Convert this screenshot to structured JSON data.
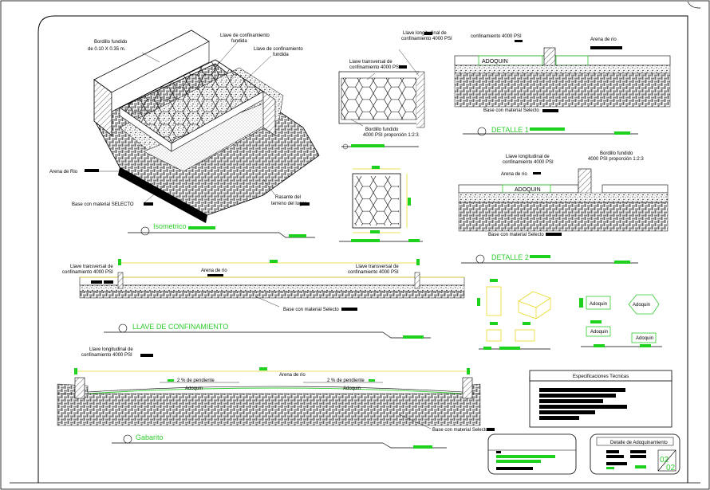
{
  "iso": {
    "bordillo": "Bordillo fundido",
    "bordillo_dim": "de 0.10 X 0.35 m.",
    "llave1": "Llave de confinamiento",
    "llave1b": "fundida",
    "llave2": "Llave de confinamiento",
    "llave2b": "fundida",
    "arena": "Arena de Rio",
    "base": "Base con material SELECTO",
    "rasante1": "Rasante del",
    "rasante2": "terreno del lugar",
    "title": "Isometrico"
  },
  "plan": {
    "llave_transv1": "Llave transversal de",
    "llave_transv2": "confinamiento 4000 PSI",
    "llave_long1": "Llave longitudinal de",
    "llave_long2": "confinamiento 4000 PSI",
    "bordillo1": "Bordillo fundido",
    "bordillo2": "4000 PSI proporción 1:2:3"
  },
  "det1": {
    "llave": "confinamiento 4000 PSI",
    "arena": "Arena de rio",
    "adoquin": "ADOQUIN",
    "base": "Base con material Selecto",
    "title": "DETALLE 1"
  },
  "det2": {
    "llave1": "Llave longitudinal de",
    "llave2": "confinamiento 4000 PSI",
    "bordillo1": "Bordillo fundido",
    "bordillo2": "4000 PSI proporción 1:2:3",
    "arena": "Arena de rio",
    "adoquin": "ADOQUIN",
    "base": "Base con material Selecto",
    "title": "DETALLE 2"
  },
  "llave_sec": {
    "lt1a": "Llave transversal de",
    "lt1b": "confinamiento 4000 PSI",
    "lt2a": "Llave transversal de",
    "lt2b": "confinamiento 4000 PSI",
    "arena": "Arena de rio",
    "base": "Base con material Selecto",
    "title": "LLAVE DE CONFINAMIENTO"
  },
  "gab": {
    "ll1": "Llave longitudinal de",
    "ll2": "confinamiento 4000 PSI",
    "pend1": "2 % de pendiente",
    "pend2": "2 % de pendiente",
    "arena": "Arena de rio",
    "adoquin1": "Adoquin",
    "adoquin2": "Adoquin",
    "base": "Base con material Selecto",
    "title": "Gabarito"
  },
  "blocks": {
    "a1": "Adoquin",
    "a2": "Adoquin",
    "a3": "Adoquin",
    "a4": "Adoquin"
  },
  "specs": {
    "title": "Especificaciones Técnicas"
  },
  "titleblock": {
    "title": "Detalle de Adoquinamiento",
    "sheet": "02",
    "total": "02"
  }
}
